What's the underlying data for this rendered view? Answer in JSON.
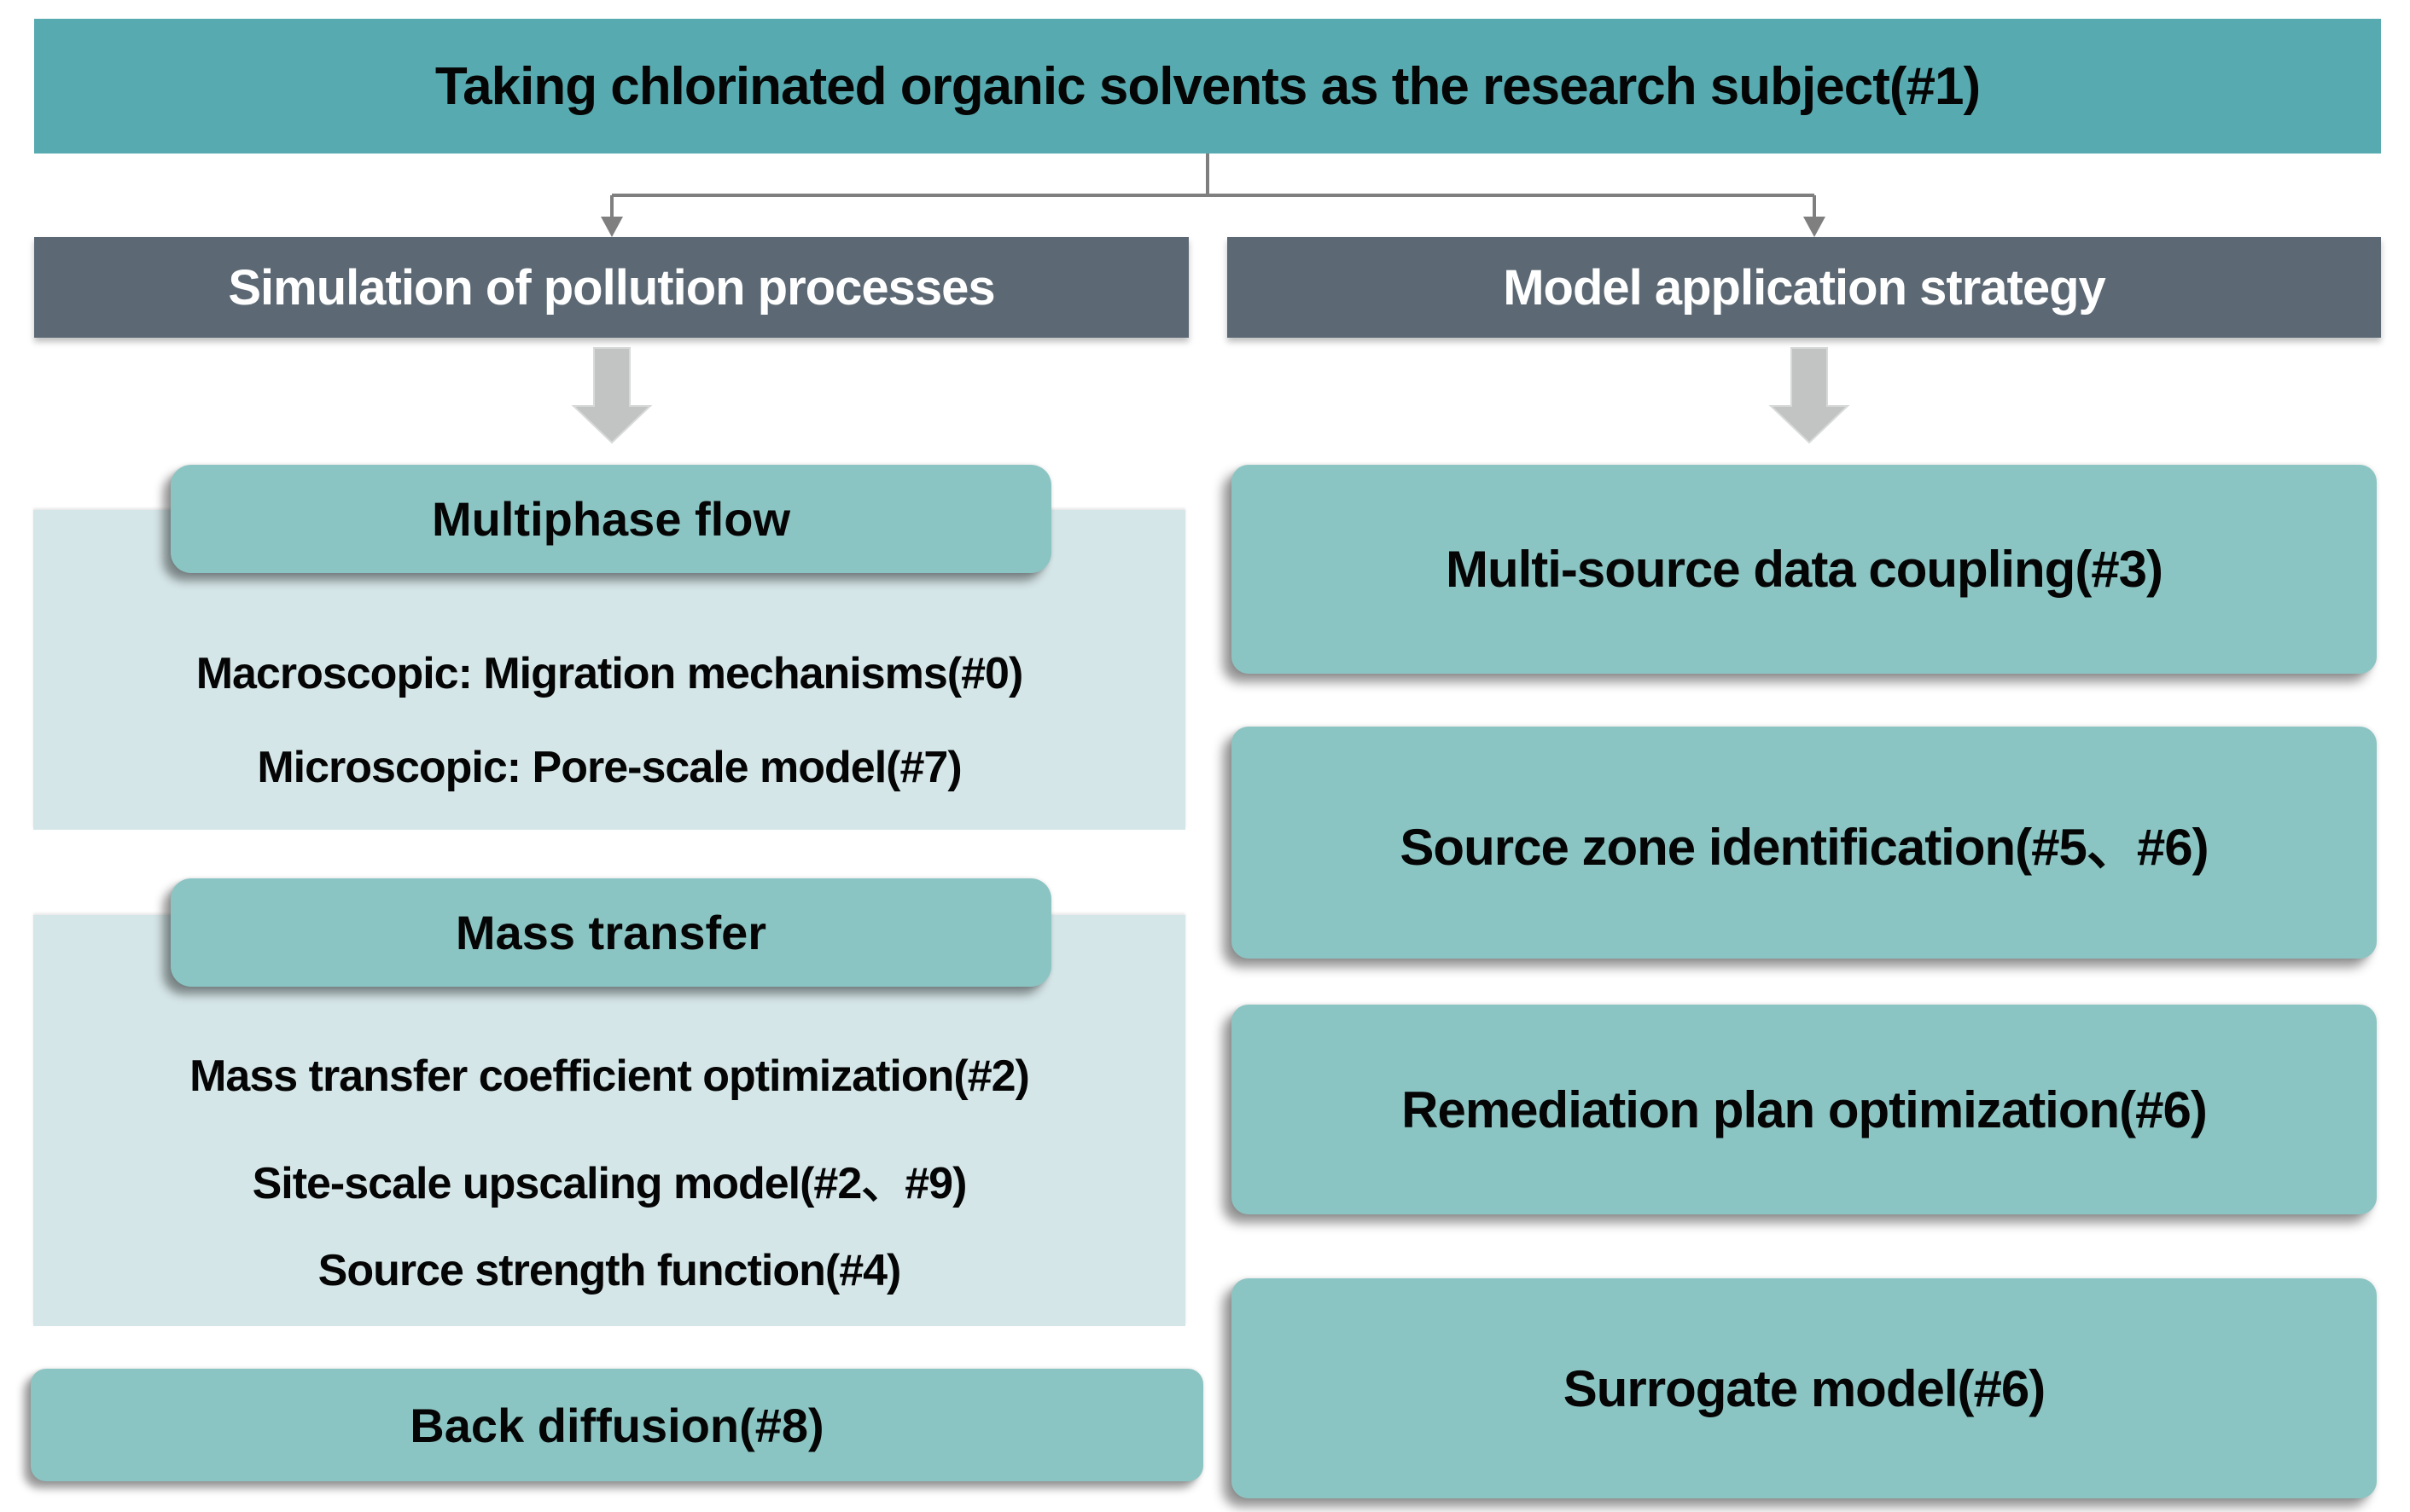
{
  "banner": {
    "title": "Taking chlorinated organic solvents as the research subject(#1)"
  },
  "branches": {
    "left": {
      "header": "Simulation of pollution processes",
      "sections": [
        {
          "title": "Multiphase flow",
          "items": [
            "Macroscopic: Migration mechanisms(#0)",
            "Microscopic: Pore-scale model(#7)"
          ]
        },
        {
          "title": "Mass transfer",
          "items": [
            "Mass transfer coefficient optimization(#2)",
            "Site-scale upscaling model(#2、#9)",
            "Source strength function(#4)"
          ]
        }
      ],
      "footer_box": "Back diffusion(#8)"
    },
    "right": {
      "header": "Model application strategy",
      "boxes": [
        "Multi-source data coupling(#3)",
        "Source zone identification(#5、#6)",
        "Remediation plan optimization(#6)",
        "Surrogate model(#6)"
      ]
    }
  },
  "icons": {
    "connector": "elbow-connector-with-arrowheads",
    "block_arrow": "thick-down-arrow"
  },
  "colors": {
    "banner_teal": "#57ABB0",
    "header_slate": "#5C6974",
    "box_teal": "#8BC5C3",
    "panel_light_teal": "#D5E6E8",
    "block_arrow_gray": "#C2C4C3",
    "connector_gray": "#7F7F7F",
    "text_dark": "#050505",
    "text_white": "#FFFFFF"
  }
}
